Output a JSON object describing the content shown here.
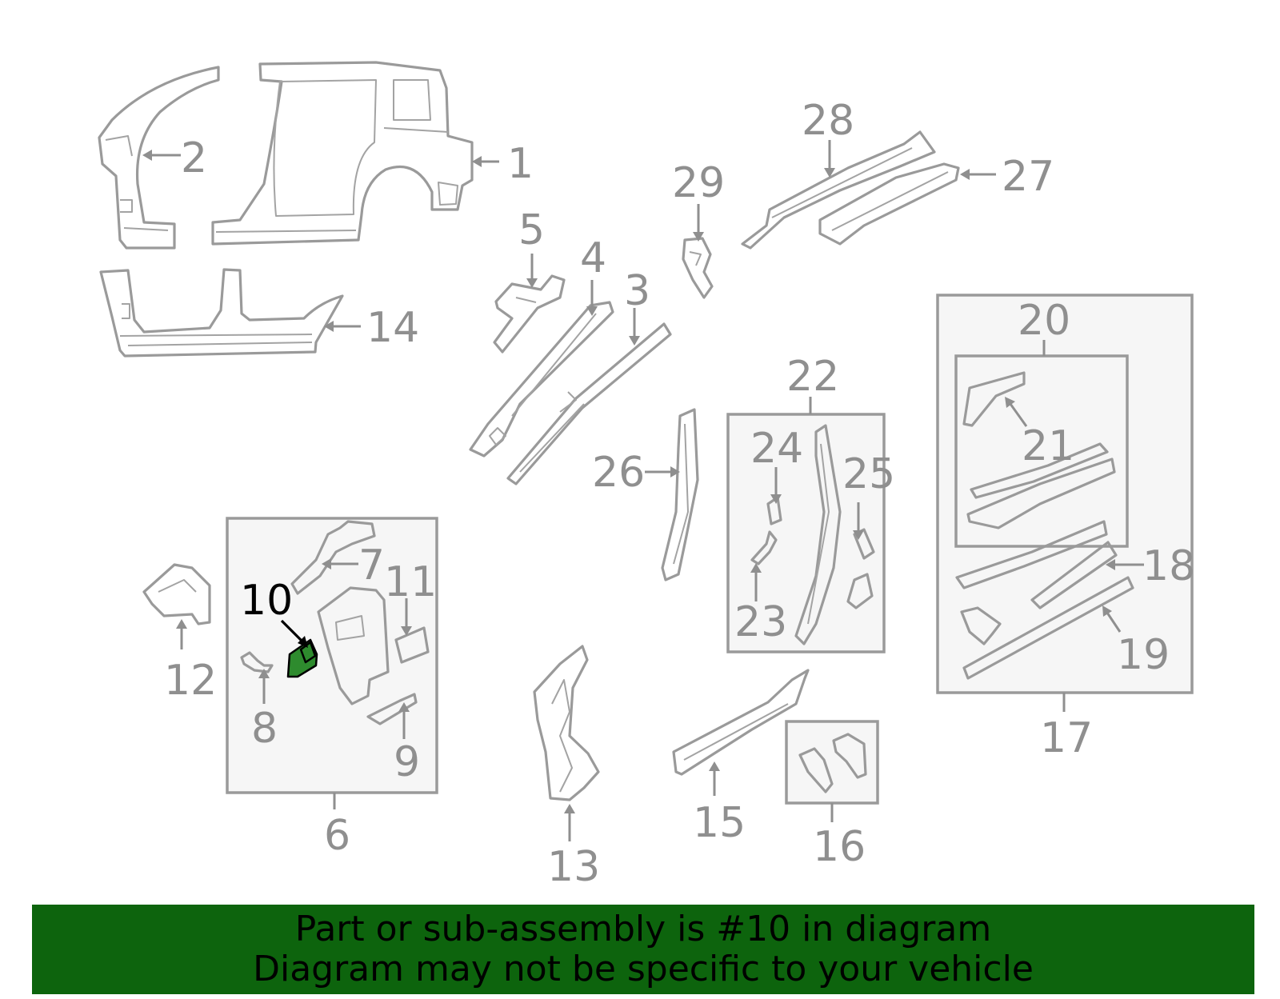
{
  "callouts": [
    {
      "id": "1",
      "label": "1"
    },
    {
      "id": "2",
      "label": "2"
    },
    {
      "id": "3",
      "label": "3"
    },
    {
      "id": "4",
      "label": "4"
    },
    {
      "id": "5",
      "label": "5"
    },
    {
      "id": "6",
      "label": "6"
    },
    {
      "id": "7",
      "label": "7"
    },
    {
      "id": "8",
      "label": "8"
    },
    {
      "id": "9",
      "label": "9"
    },
    {
      "id": "10",
      "label": "10"
    },
    {
      "id": "11",
      "label": "11"
    },
    {
      "id": "12",
      "label": "12"
    },
    {
      "id": "13",
      "label": "13"
    },
    {
      "id": "14",
      "label": "14"
    },
    {
      "id": "15",
      "label": "15"
    },
    {
      "id": "16",
      "label": "16"
    },
    {
      "id": "17",
      "label": "17"
    },
    {
      "id": "18",
      "label": "18"
    },
    {
      "id": "19",
      "label": "19"
    },
    {
      "id": "20",
      "label": "20"
    },
    {
      "id": "21",
      "label": "21"
    },
    {
      "id": "22",
      "label": "22"
    },
    {
      "id": "23",
      "label": "23"
    },
    {
      "id": "24",
      "label": "24"
    },
    {
      "id": "25",
      "label": "25"
    },
    {
      "id": "26",
      "label": "26"
    },
    {
      "id": "27",
      "label": "27"
    },
    {
      "id": "28",
      "label": "28"
    },
    {
      "id": "29",
      "label": "29"
    }
  ],
  "highlighted_part": "10",
  "colors": {
    "highlight_part": "#2e8b2e",
    "banner": "#0d640d",
    "line": "#9a9a9a"
  },
  "banner": {
    "line1": "Part or sub-assembly is #10 in diagram",
    "line2": "Diagram may not be specific to your vehicle"
  }
}
